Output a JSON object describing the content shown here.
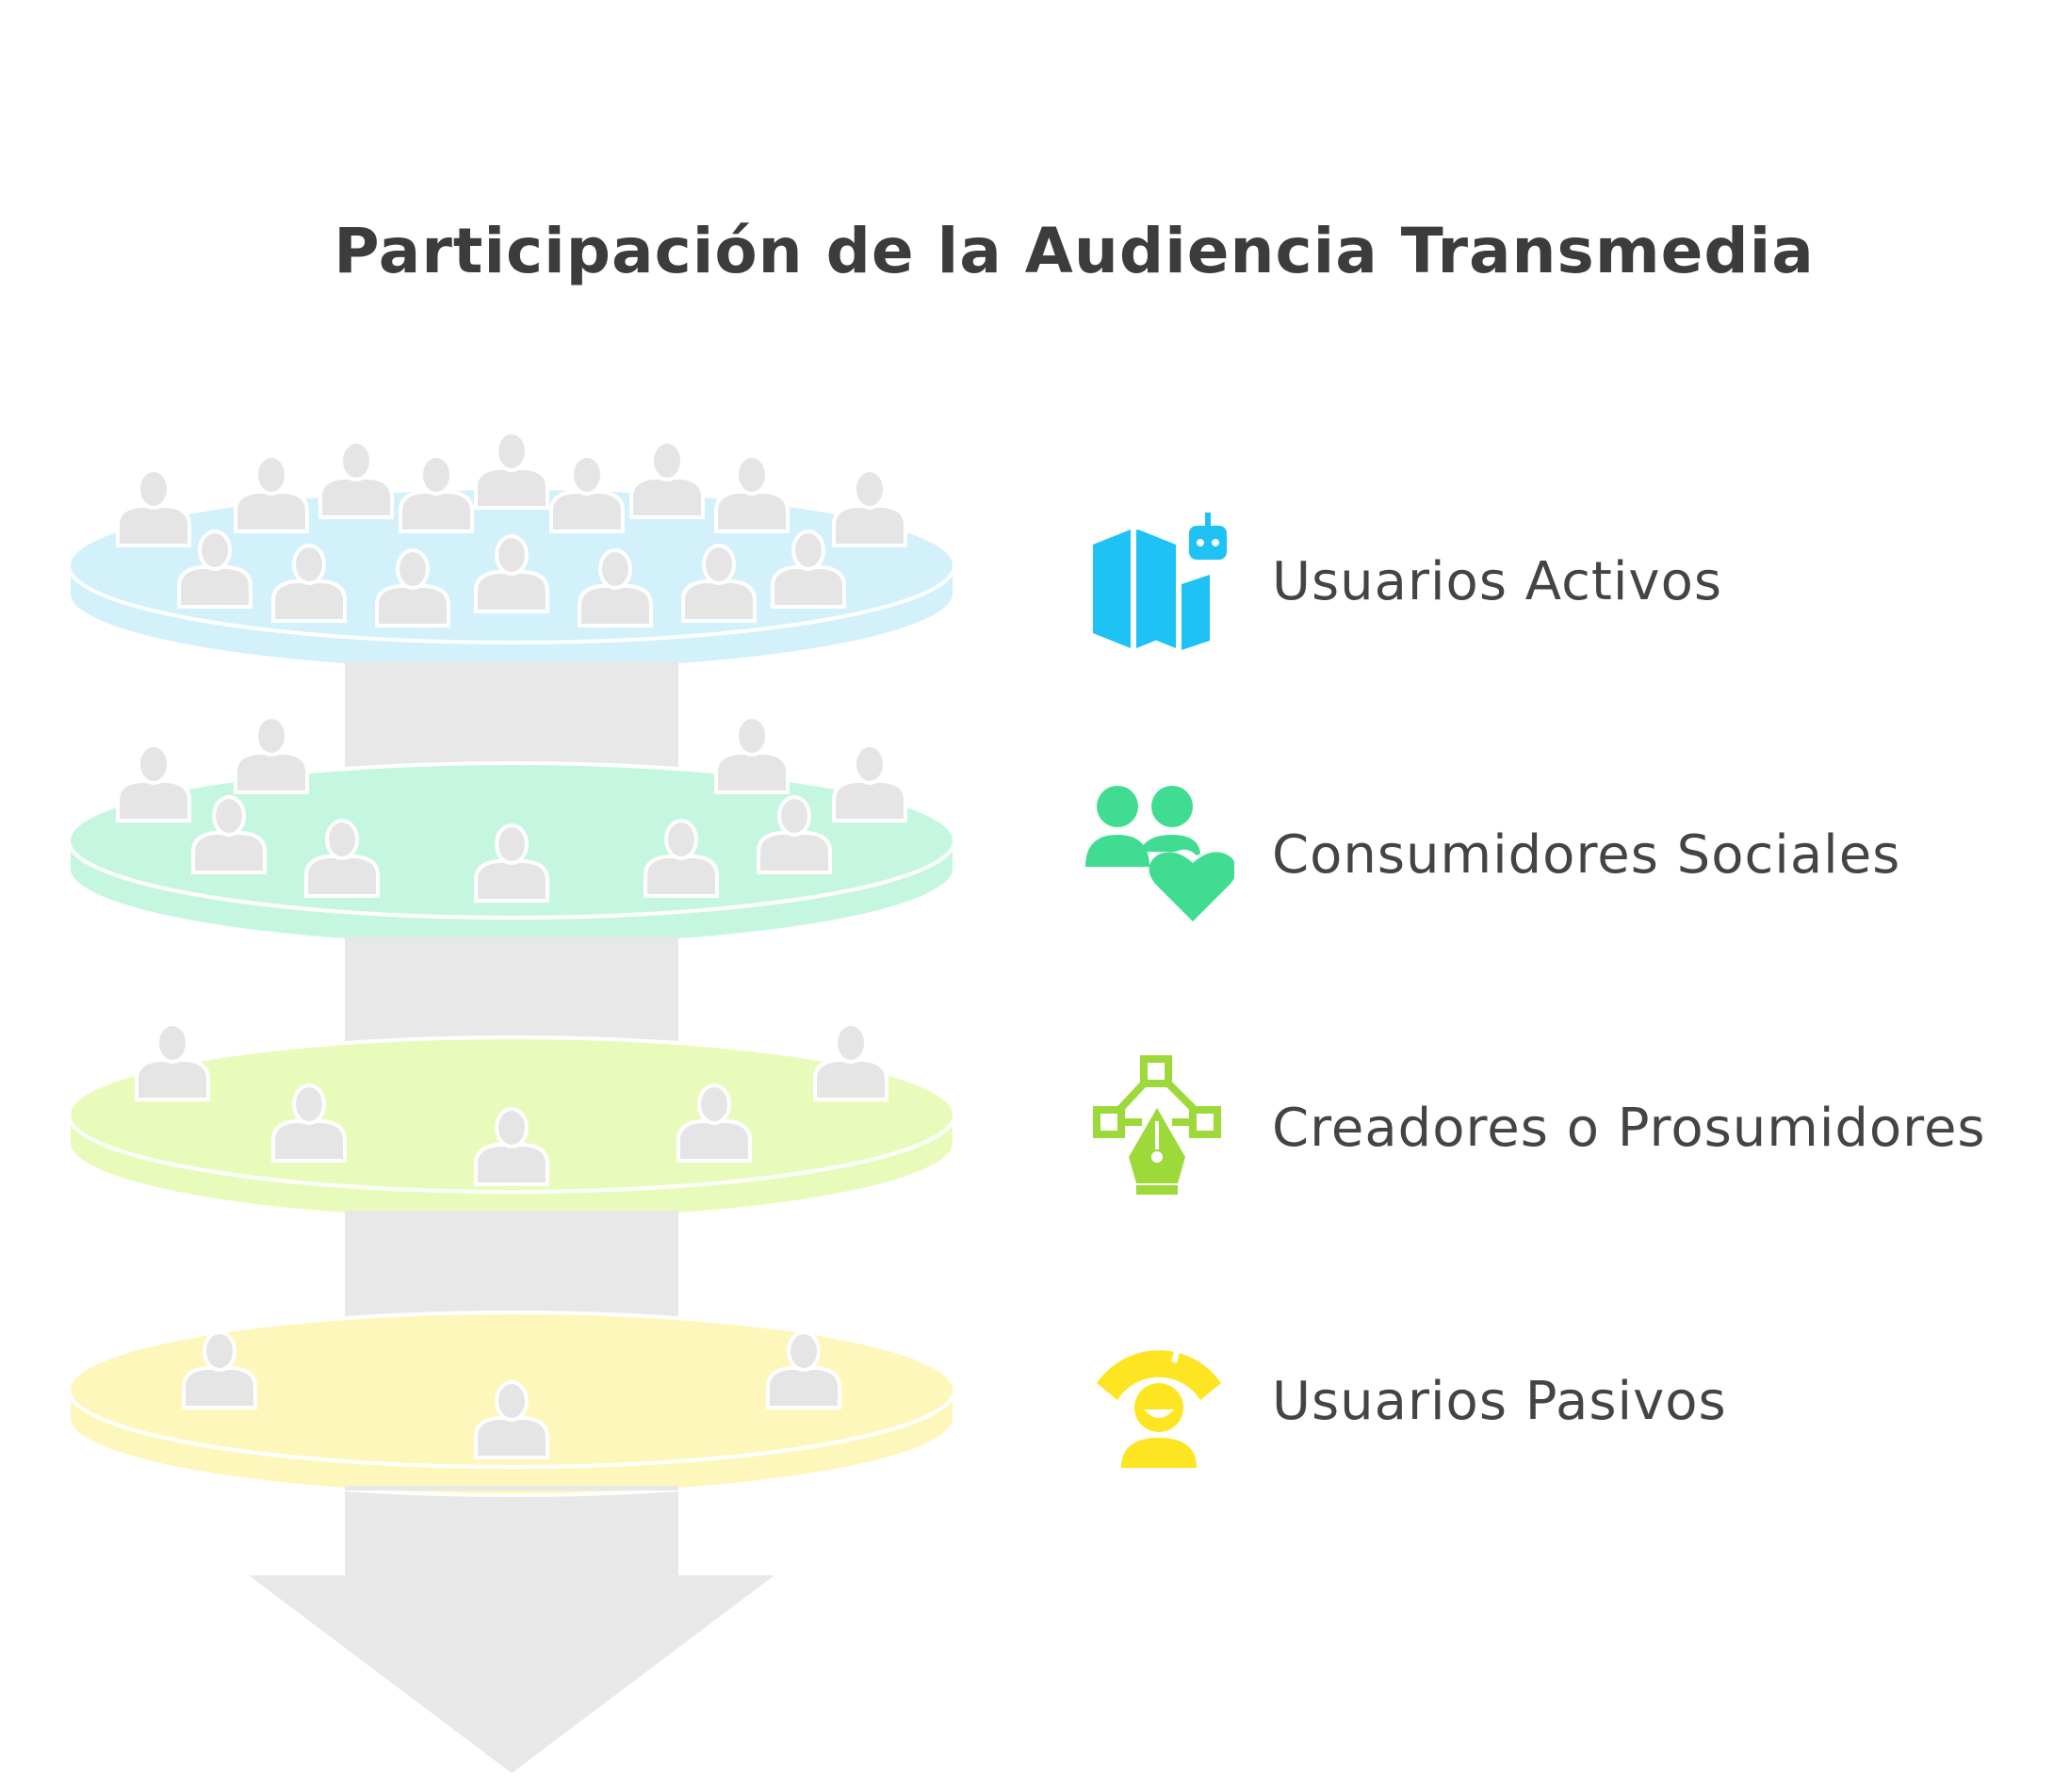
{
  "title": "Participación de la Audiencia Transmedia",
  "levels": [
    {
      "label": "Usuarios Activos",
      "color": "#d2f1fb",
      "icon": "map-robot-icon",
      "icon_color": "#1ec2f5"
    },
    {
      "label": "Consumidores Sociales",
      "color": "#c5f7e0",
      "icon": "people-heart-icon",
      "icon_color": "#3fdc91"
    },
    {
      "label": "Creadores o Prosumidores",
      "color": "#e9fbbb",
      "icon": "pen-nodes-icon",
      "icon_color": "#9ed93a"
    },
    {
      "label": "Usuarios Pasivos",
      "color": "#fdf7bb",
      "icon": "listener-gauge-icon",
      "icon_color": "#fde522"
    }
  ],
  "shaft_color": "#e8e8e8",
  "person_color": "#e5e5e5"
}
